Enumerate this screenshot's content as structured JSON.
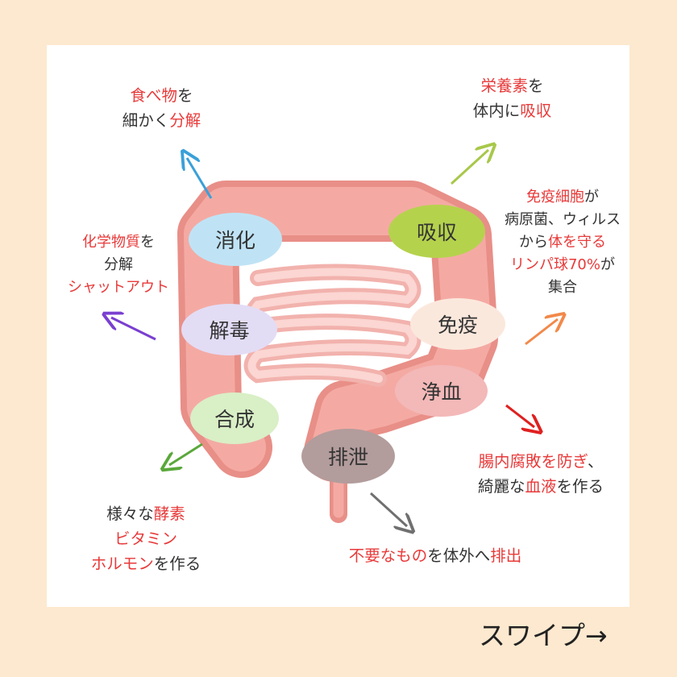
{
  "colors": {
    "page_bg": "#fde9cf",
    "panel_bg": "#ffffff",
    "accent_red": "#e83a3a",
    "intestine": "#f0a09a",
    "digestion": "#bfe3f5",
    "absorption": "#b5d24d",
    "detox": "#e3dcf5",
    "immunity": "#fbe8dd",
    "purification": "#f3b8b8",
    "synthesis": "#d9efc6",
    "excretion": "#b39c9c"
  },
  "functions": {
    "digestion": "消化",
    "absorption": "吸収",
    "detox": "解毒",
    "immunity": "免疫",
    "purification": "浄血",
    "synthesis": "合成",
    "excretion": "排泄"
  },
  "notes": {
    "digestion": {
      "l1_red": "食べ物",
      "l1_rest": "を",
      "l2_pre": "細かく",
      "l2_red": "分解"
    },
    "absorption": {
      "l1_red": "栄養素",
      "l1_rest": "を",
      "l2_pre": "体内に",
      "l2_red": "吸収"
    },
    "detox": {
      "l1_red": "化学物質",
      "l1_rest": "を",
      "l2": "分解",
      "l3_red": "シャットアウト"
    },
    "immunity": {
      "l1_red": "免疫細胞",
      "l1_rest": "が",
      "l2": "病原菌、ウィルス",
      "l3_pre": "から",
      "l3_red": "体を守る",
      "l4_red": "リンパ球70%",
      "l4_rest": "が",
      "l5": "集合"
    },
    "purification": {
      "l1_red": "腸内腐敗を防ぎ",
      "l1_rest": "、",
      "l2_pre": "綺麗な",
      "l2_red": "血液",
      "l2_rest": "を作る"
    },
    "synthesis": {
      "l1_pre": "様々な",
      "l1_red": "酵素",
      "l2_red": "ビタミン",
      "l3_red": "ホルモン",
      "l3_rest": "を作る"
    },
    "excretion": {
      "l1_red": "不要なもの",
      "l1_mid": "を体外へ",
      "l1_red2": "排出"
    }
  },
  "swipe": "スワイプ→"
}
